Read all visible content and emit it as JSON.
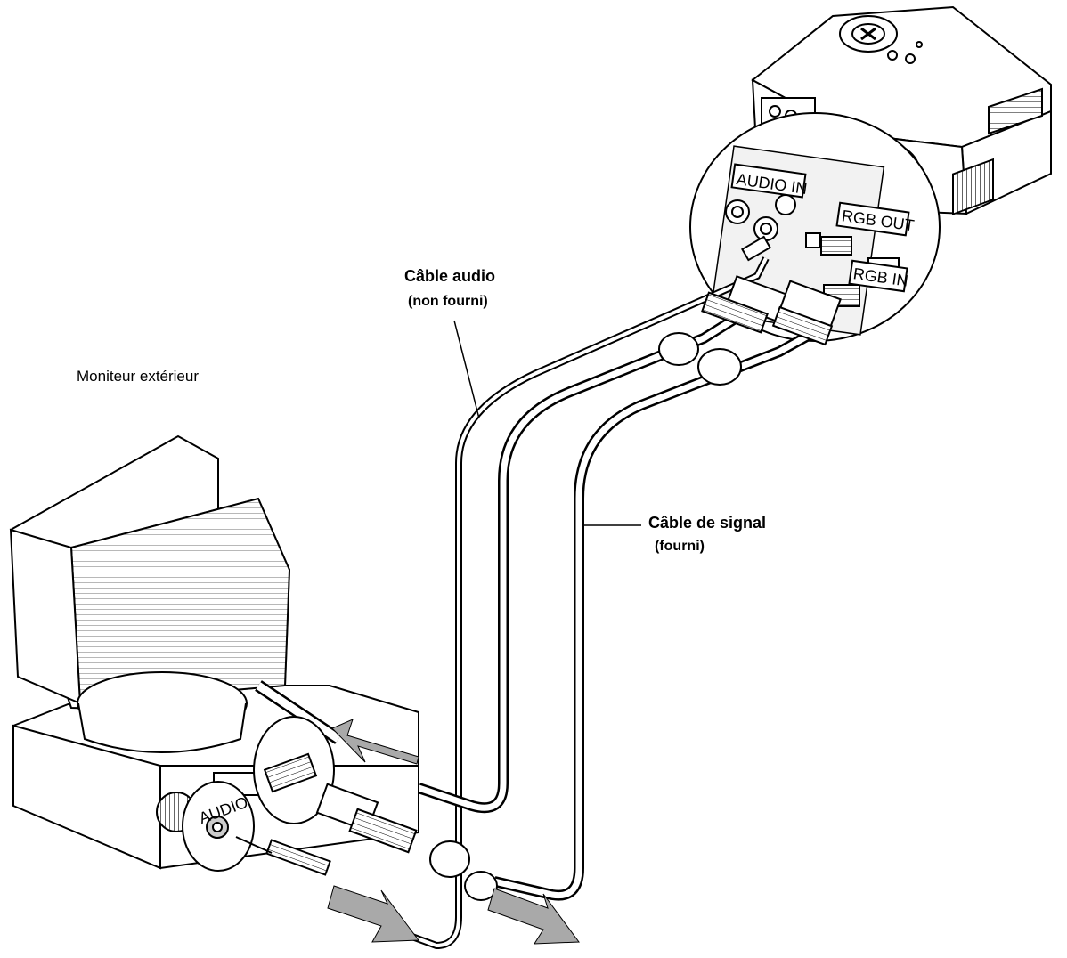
{
  "labels": {
    "audio_cable": "Câble audio",
    "audio_cable_note": "(non fourni)",
    "external_monitor": "Moniteur extérieur",
    "signal_cable": "Câble de signal",
    "signal_cable_note": "(fourni)"
  },
  "panel_labels": {
    "audio_in": "AUDIO IN",
    "rgb_out": "RGB OUT",
    "rgb_in": "RGB IN",
    "monitor_audio": "AUDIO"
  },
  "colors": {
    "line": "#000000",
    "arrow_fill": "#a9a9a9",
    "body_fill": "#ffffff",
    "panel_fill": "#eeeeee"
  }
}
